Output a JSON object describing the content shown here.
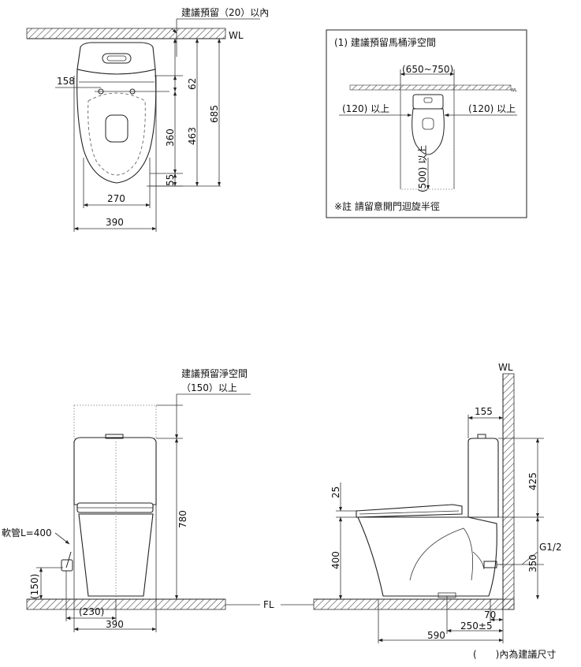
{
  "top_view": {
    "wall_gap_note": "建議預留（20）以內",
    "wall_label": "WL",
    "dim_158": "158",
    "dim_62": "62",
    "dim_360": "360",
    "dim_463": "463",
    "dim_685": "685",
    "dim_55": "55",
    "dim_270": "270",
    "dim_390": "390"
  },
  "clearance_box": {
    "title": "(1)  建議預留馬桶淨空間",
    "width_range": "(650~750)",
    "side_left": "(120) 以上",
    "side_right": "(120) 以上",
    "front": "(500) 以上",
    "wall_label_small": "WL",
    "note": "※註 請留意開門迴旋半徑"
  },
  "front_view": {
    "clearance_line1": "建議預留淨空間",
    "clearance_line2": "（150）以上",
    "hose": "軟管L=400",
    "dim_780": "780",
    "dim_150": "(150)",
    "dim_230": "(230)",
    "dim_390": "390",
    "floor_label": "FL"
  },
  "side_view": {
    "wall_label": "WL",
    "dim_155": "155",
    "dim_425": "425",
    "dim_25": "25",
    "dim_400": "400",
    "pipe": "G1/2",
    "dim_350": "350",
    "dim_70": "70",
    "dim_250": "250±5",
    "dim_590": "590"
  },
  "footnote": "(　　)內為建議尺寸"
}
